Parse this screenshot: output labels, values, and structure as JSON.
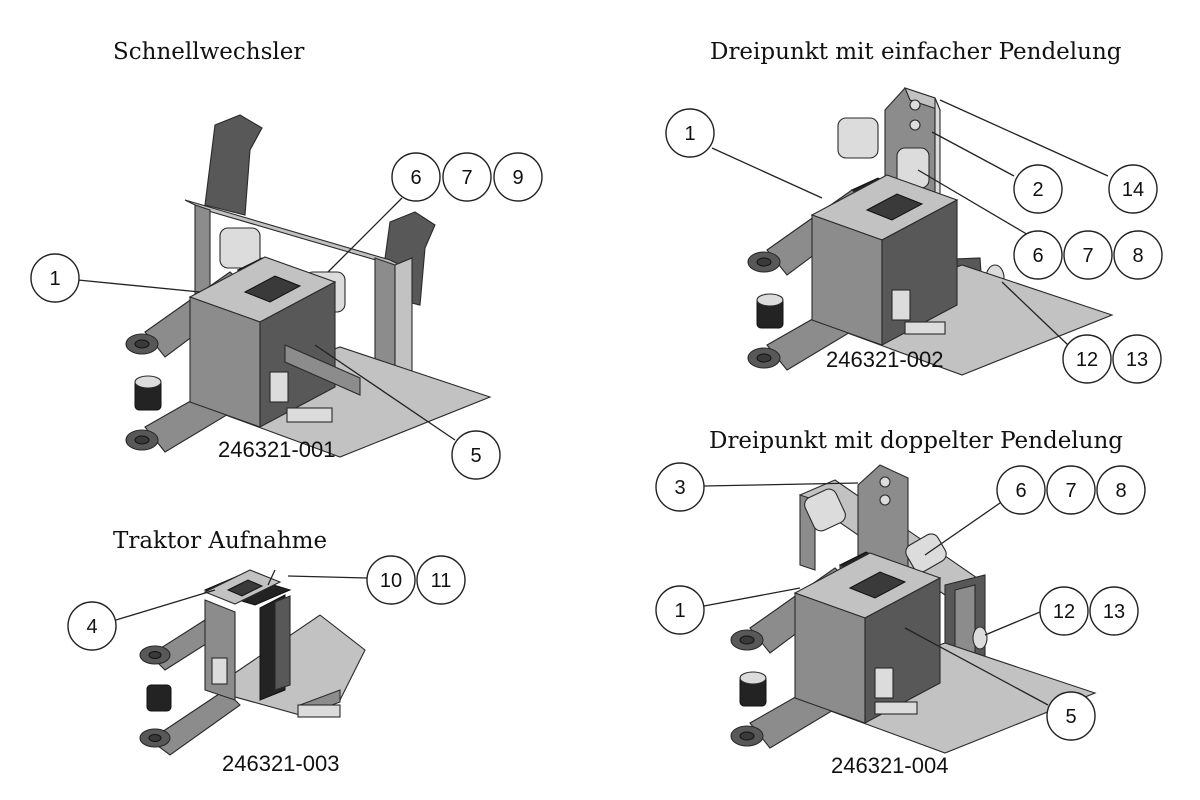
{
  "panels": [
    {
      "title": "Schnellwechsler",
      "part_number": "246321-001",
      "callouts": [
        "1",
        "6",
        "7",
        "9",
        "5"
      ]
    },
    {
      "title": "Dreipunkt mit einfacher Pendelung",
      "part_number": "246321-002",
      "callouts": [
        "1",
        "2",
        "14",
        "6",
        "7",
        "8",
        "12",
        "13"
      ]
    },
    {
      "title": "Traktor Aufnahme",
      "part_number": "246321-003",
      "callouts": [
        "4",
        "10",
        "11"
      ]
    },
    {
      "title": "Dreipunkt mit doppelter Pendelung",
      "part_number": "246321-004",
      "callouts": [
        "3",
        "6",
        "7",
        "8",
        "1",
        "12",
        "13",
        "5"
      ]
    }
  ],
  "colors": {
    "line": "#222222",
    "steel_dark": "#585858",
    "steel_mid": "#8c8c8c",
    "steel_light": "#c2c2c2",
    "steel_black": "#232323"
  }
}
